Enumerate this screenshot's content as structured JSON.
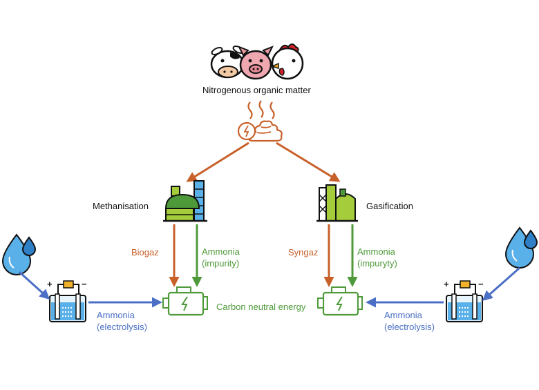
{
  "source": {
    "label": "Nitrogenous organic matter"
  },
  "processes": {
    "left": {
      "name": "Methanisation",
      "gas": "Biogaz",
      "ammonia": [
        "Ammonia",
        "(impurity)"
      ]
    },
    "right": {
      "name": "Gasification",
      "gas": "Syngaz",
      "ammonia": [
        "Ammonia",
        "(impuryty)"
      ]
    }
  },
  "electrolysis": {
    "left": [
      "Ammonia",
      "(electrolysis)"
    ],
    "right": [
      "Ammonia",
      "(electrolysis)"
    ]
  },
  "output": {
    "label": "Carbon neutral energy"
  },
  "colors": {
    "orange": "#c8602a",
    "green": "#4e9a3a",
    "blue": "#4a6fc4",
    "water": "#5ab0e8",
    "lime": "#a5cc3a"
  },
  "icons": [
    "cow-icon",
    "pig-icon",
    "chicken-icon",
    "manure-icon",
    "biogas-plant-icon",
    "gasification-plant-icon",
    "engine-icon",
    "water-drop-icon",
    "electrolyzer-icon"
  ]
}
